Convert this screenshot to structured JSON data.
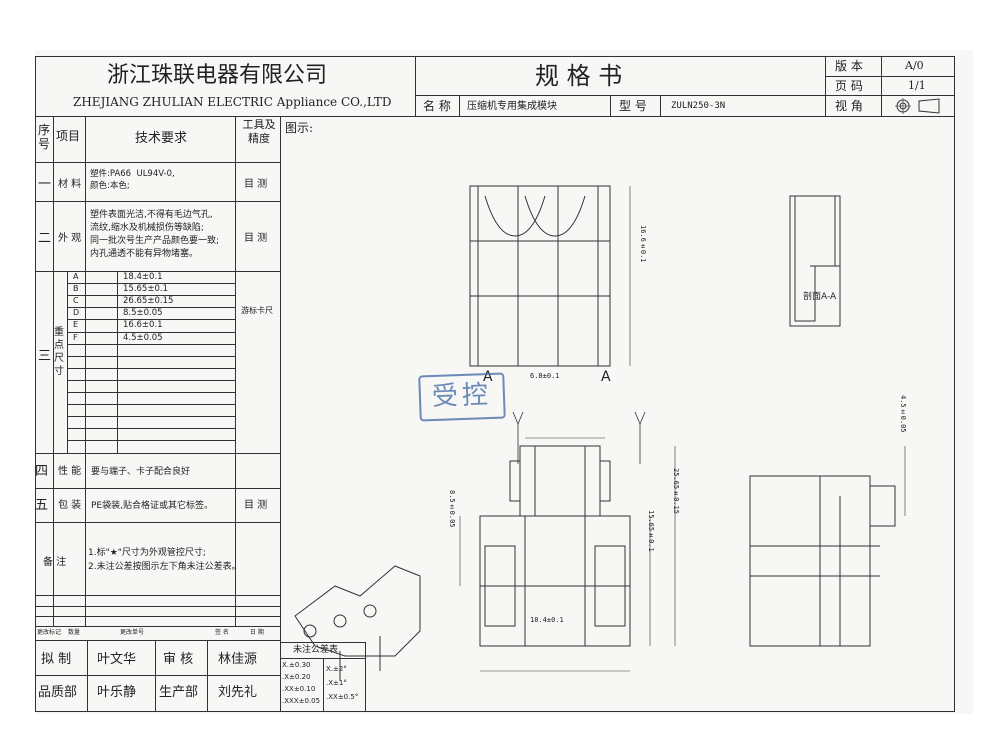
{
  "company": {
    "name_cn": "浙江珠联电器有限公司",
    "name_en": "ZHEJIANG ZHULIAN ELECTRIC Appliance CO.,LTD"
  },
  "doc": {
    "title": "规   格   书",
    "name_label": "名 称",
    "name_value": "压缩机专用集成模块",
    "model_label": "型 号",
    "model_value": "ZULN250-3N",
    "version_label": "版 本",
    "version_value": "A/0",
    "page_label": "页 码",
    "page_value": "1/1",
    "view_label": "视 角"
  },
  "table": {
    "seq_header": "序号",
    "item_header": "项目",
    "req_header": "技术要求",
    "tool_header": "工具及精度",
    "diagram_label": "图示:",
    "rows": [
      {
        "seq": "一",
        "item": "材 料",
        "req": "塑件:PA66  UL94V-0,\n颜色:本色;",
        "tool": "目 测"
      },
      {
        "seq": "二",
        "item": "外 观",
        "req": "塑件表面光洁,不得有毛边气孔,\n流纹,缩水及机械损伤等缺陷;\n同一批次号生产产品颜色要一致;\n内孔通透不能有异物堵塞。",
        "tool": "目 测"
      }
    ],
    "dims_seq": "三",
    "dims_item": "重点尺寸",
    "dims_tool": "游标卡尺",
    "dims": [
      {
        "k": "A",
        "v": "18.4±0.1"
      },
      {
        "k": "B",
        "v": "15.65±0.1"
      },
      {
        "k": "C",
        "v": "26.65±0.15"
      },
      {
        "k": "D",
        "v": "8.5±0.05"
      },
      {
        "k": "E",
        "v": "16.6±0.1"
      },
      {
        "k": "F",
        "v": "4.5±0.05"
      }
    ],
    "perf": {
      "seq": "四",
      "item": "性 能",
      "req": "要与端子、卡子配合良好"
    },
    "pack": {
      "seq": "五",
      "item": "包 装",
      "req": "PE袋装,贴合格证或其它标签。",
      "tool": "目 测"
    },
    "notes": {
      "label": "备 注",
      "line1": "1.标\"★\"尺寸为外观管控尺寸;",
      "line2": "2.未注公差按图示左下角未注公差表。"
    }
  },
  "revision": {
    "h1": "更改标记",
    "h2": "数量",
    "h3": "更改单号",
    "h4": "签 名",
    "h5": "日 期"
  },
  "signoff": {
    "draw_label": "拟 制",
    "draw_name": "叶文华",
    "review_label": "审 核",
    "review_name": "林佳源",
    "qa_label": "品质部",
    "qa_name": "叶乐静",
    "prod_label": "生产部",
    "prod_name": "刘先礼"
  },
  "tolerance": {
    "title": "未注公差表",
    "l1": "X.±0.30",
    "l2": ".X±0.20",
    "l3": ".XX±0.10",
    "l4": ".XXX±0.05",
    "a1": "X.±2°",
    "a2": ".X±1°",
    "a3": ".XX±0.5°"
  },
  "drawing": {
    "dim_top": "16.6±0.1",
    "section": "剖面A-A",
    "stamp": "受控",
    "dim_c": "6.8±0.1",
    "dim_total": "25.65±0.15",
    "dim_d": "8.5±0.05",
    "dim_b": "15.65±0.1",
    "dim_a": "18.4±0.1",
    "dim_f": "4.5±0.05",
    "arrow_label": "A"
  }
}
